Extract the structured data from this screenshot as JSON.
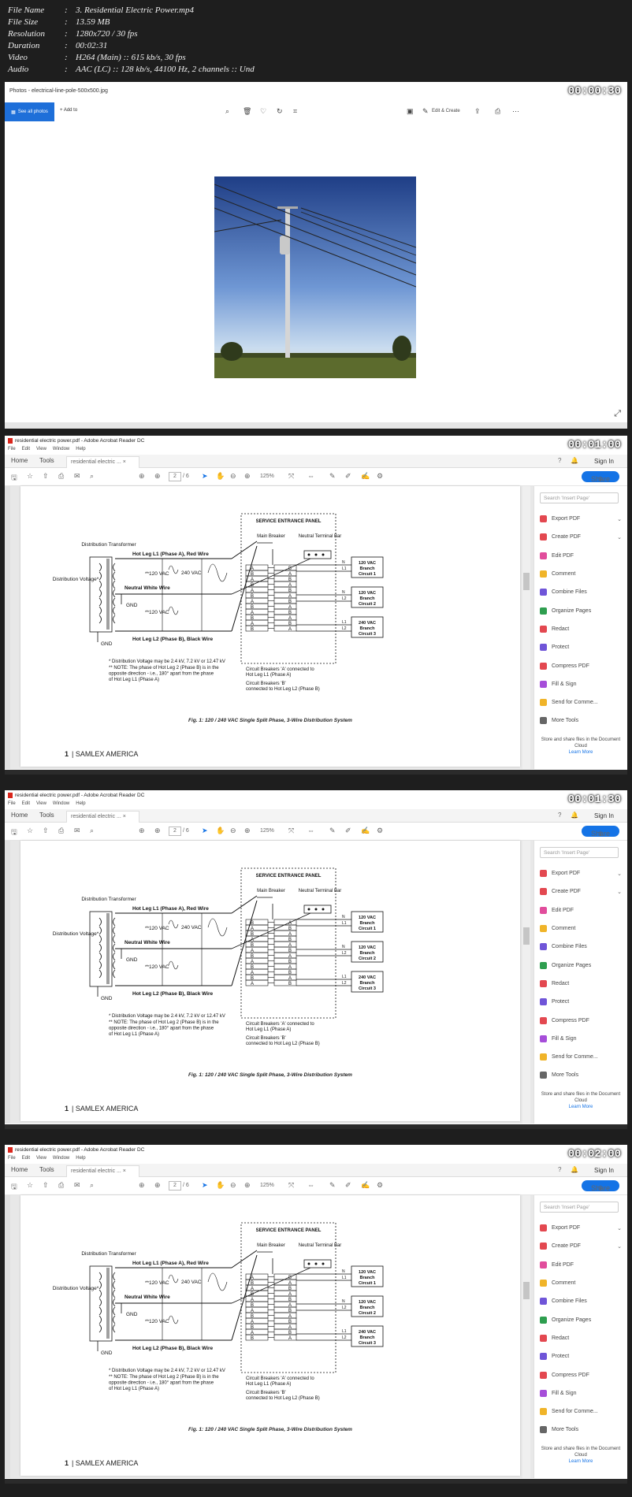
{
  "meta": {
    "rows": [
      {
        "key": "File Name",
        "value": "3. Residential Electric Power.mp4"
      },
      {
        "key": "File Size",
        "value": "13.59 MB"
      },
      {
        "key": "Resolution",
        "value": "1280x720 / 30 fps"
      },
      {
        "key": "Duration",
        "value": "00:02:31"
      },
      {
        "key": "Video",
        "value": "H264 (Main) :: 615 kb/s, 30 fps"
      },
      {
        "key": "Audio",
        "value": "AAC (LC) :: 128 kb/s, 44100 Hz, 2 channels :: Und"
      }
    ]
  },
  "photos": {
    "timestamp": "00:00:30",
    "title": "Photos - electrical-line-pole-500x500.jpg",
    "see_all": "See all photos",
    "add_to": "Add to",
    "edit_create": "Edit & Create"
  },
  "acrobat": {
    "window_title": "residential electric power.pdf - Adobe Acrobat Reader DC",
    "menu": [
      "File",
      "Edit",
      "View",
      "Window",
      "Help"
    ],
    "tab_home": "Home",
    "tab_tools": "Tools",
    "doc_tab": "residential electric ...",
    "sign_in": "Sign In",
    "page_current": "2",
    "page_total": "/ 6",
    "zoom": "125%",
    "share": "Share",
    "search_placeholder": "Search 'Insert Page'",
    "tools": [
      {
        "label": "Export PDF",
        "color": "#e34850",
        "chevron": true
      },
      {
        "label": "Create PDF",
        "color": "#e34850",
        "chevron": true
      },
      {
        "label": "Edit PDF",
        "color": "#e14d9c",
        "chevron": false
      },
      {
        "label": "Comment",
        "color": "#f0b429",
        "chevron": false
      },
      {
        "label": "Combine Files",
        "color": "#6f55d8",
        "chevron": false
      },
      {
        "label": "Organize Pages",
        "color": "#2e9e4f",
        "chevron": false
      },
      {
        "label": "Redact",
        "color": "#e34850",
        "chevron": false
      },
      {
        "label": "Protect",
        "color": "#6f55d8",
        "chevron": false
      },
      {
        "label": "Compress PDF",
        "color": "#e34850",
        "chevron": false
      },
      {
        "label": "Fill & Sign",
        "color": "#a64ed9",
        "chevron": false
      },
      {
        "label": "Send for Comme...",
        "color": "#f0b429",
        "chevron": false
      },
      {
        "label": "More Tools",
        "color": "#666666",
        "chevron": false
      }
    ],
    "store_text": "Store and share files in the Document Cloud",
    "learn_more": "Learn More"
  },
  "diagram": {
    "panel_title": "SERVICE ENTRANCE PANEL",
    "main_breaker": "Main Breaker",
    "neutral_bar": "Neutral Terminal Bar",
    "dist_transformer": "Distribution Transformer",
    "dist_voltage": "Distribution Voltage*",
    "hot_l1": "Hot Leg L1 (Phase A), Red Wire",
    "hot_l2": "Hot Leg L2 (Phase B), Black Wire",
    "neutral_wire": "Neutral White Wire",
    "vac120": "**120 VAC",
    "vac240": "240 VAC",
    "gnd": "GND",
    "circuits": [
      "120 VAC Branch Circuit 1",
      "120 VAC Branch Circuit 2",
      "240 VAC Branch Circuit 3"
    ],
    "leads": [
      "N",
      "L1",
      "N",
      "L2",
      "L1",
      "L2"
    ],
    "note1": "* Distribution Voltage may be 2.4 kV, 7.2 kV or 12.47 kV",
    "note2": "** NOTE: The phase of Hot Leg 2 (Phase B) is in the opposite direction - i.e., 180° apart from the phase of Hot Leg L1 (Phase A)",
    "breakers_a": "Circuit Breakers 'A' connected to Hot Leg L1 (Phase A)",
    "breakers_b": "Circuit Breakers 'B' connected to Hot Leg L2 (Phase B)",
    "caption": "Fig. 1: 120 / 240 VAC Single Split Phase, 3-Wire Distribution System",
    "page_no": "1",
    "brand": "SAMLEX AMERICA",
    "rows_panel1": [
      "A",
      "B",
      "A",
      "B",
      "A",
      "B",
      "A",
      "B",
      "A",
      "B",
      "A",
      "B"
    ],
    "rows_panel2": [
      "B",
      "A",
      "B",
      "A",
      "B",
      "A",
      "B",
      "A",
      "B",
      "A",
      "B",
      "A"
    ]
  },
  "frames": [
    {
      "timestamp": "00:01:00"
    },
    {
      "timestamp": "00:01:30"
    },
    {
      "timestamp": "00:02:00"
    }
  ]
}
